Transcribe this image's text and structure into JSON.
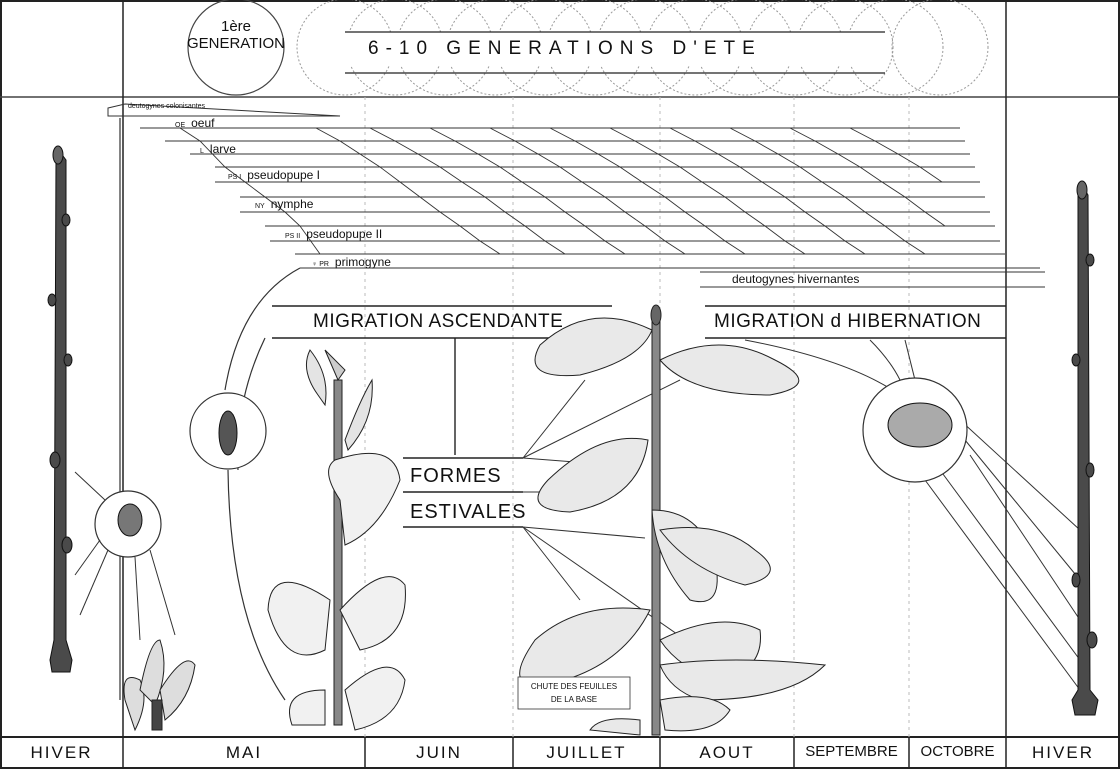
{
  "header": {
    "first_generation": [
      "1ère",
      "GENERATION"
    ],
    "summer_generations": "6-10 GENERATIONS D'ETE"
  },
  "colonising_label": "deutogynes colonisantes",
  "stages": [
    {
      "abbr": "OE",
      "label": "oeuf"
    },
    {
      "abbr": "L",
      "label": "larve"
    },
    {
      "abbr": "PS I",
      "label": "pseudopupe I"
    },
    {
      "abbr": "NY",
      "label": "nymphe"
    },
    {
      "abbr": "PS II",
      "label": "pseudopupe II"
    },
    {
      "abbr": "♀ PR",
      "label": "primogyne"
    }
  ],
  "overwintering_label": "deutogynes hivernantes",
  "migrations": {
    "ascending": "MIGRATION ASCENDANTE",
    "hibernation": "MIGRATION d HIBERNATION"
  },
  "summer_forms": [
    "FORMES",
    "ESTIVALES"
  ],
  "leaf_fall_note": [
    "CHUTE DES FEUILLES",
    "DE LA BASE"
  ],
  "months": [
    "HIVER",
    "MAI",
    "JUIN",
    "JUILLET",
    "AOUT",
    "SEPTEMBRE",
    "OCTOBRE",
    "HIVER"
  ]
}
